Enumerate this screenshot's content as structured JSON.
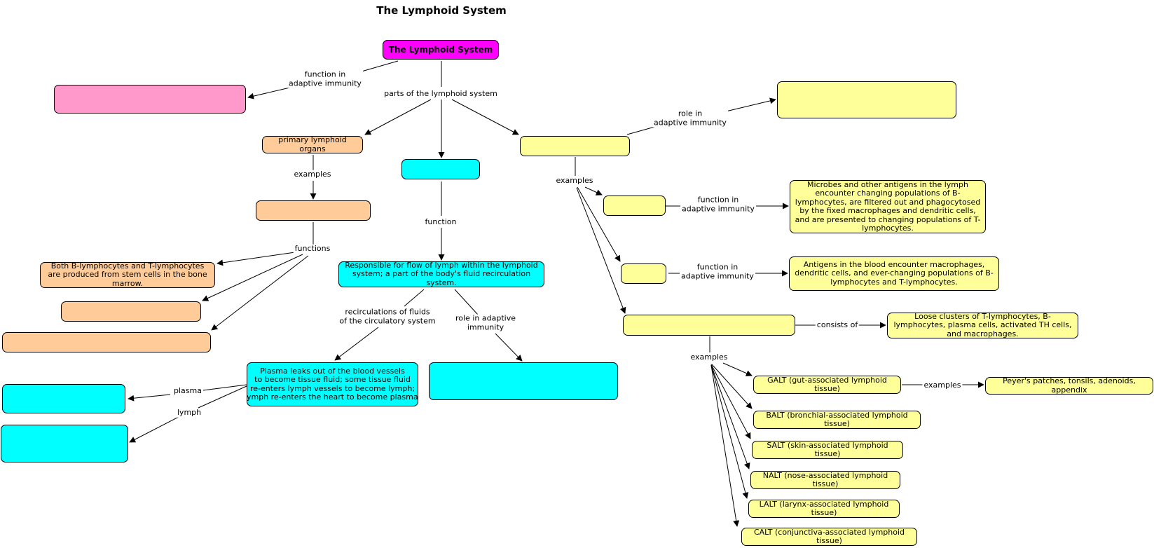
{
  "title": "The Lymphoid System",
  "colors": {
    "root": "#ff00ff",
    "pink": "#ff99cc",
    "peach": "#ffcc99",
    "cyan": "#00ffff",
    "yellow": "#ffff99"
  },
  "nodes": {
    "root": "The Lymphoid System",
    "adaptive_immunity_blank": "",
    "primary_organs": "primary lymphoid organs",
    "primary_examples_blank": "",
    "stem_cells": "Both B-lymphocytes and T-lymphocytes are produced from stem cells in the bone marrow.",
    "peach_blank_1": "",
    "peach_blank_2": "",
    "vessels_blank": "",
    "lymph_flow": "Responsible for flow of lymph within the lymphoid system; a part of the body's fluid recirculation system.",
    "plasma_leaks": "Plasma leaks out of the blood vessels\nto become tissue fluid; some tissue fluid\nre-enters lymph vessels to become lymph;\nlymph re-enters the heart to become plasma.",
    "vessels_role_blank": "",
    "plasma_blank": "",
    "lymph_blank": "",
    "secondary_blank": "",
    "secondary_role_blank": "",
    "lymph_node_blank": "",
    "lymph_node_function": "Microbes and other antigens in the lymph encounter changing populations of B-lymphocytes, are filtered out and phagocytosed by the fixed macrophages and dendritic cells, and are presented to changing populations of T-lymphocytes.",
    "spleen_blank": "",
    "spleen_function": "Antigens in the blood encounter macrophages, dendritic cells, and ever-changing populations of B-lymphocytes and T-lymphocytes.",
    "malt_blank": "",
    "malt_consists": "Loose clusters of T-lymphocytes, B-lymphocytes, plasma cells, activated TH cells, and macrophages.",
    "galt": "GALT (gut-associated lymphoid tissue)",
    "galt_examples": "Peyer's patches, tonsils, adenoids, appendix",
    "balt": "BALT (bronchial-associated lymphoid tissue)",
    "salt": "SALT (skin-associated lymphoid tissue)",
    "nalt": "NALT (nose-associated lymphoid tissue)",
    "lalt": "LALT (larynx-associated lymphoid tissue)",
    "calt": "CALT (conjunctiva-associated lymphoid tissue)"
  },
  "links": {
    "function_adaptive": "function in\nadaptive immunity",
    "parts": "parts of the lymphoid system",
    "examples_primary": "examples",
    "functions_primary": "functions",
    "function_vessels": "function",
    "recirculations": "recirculations of fluids\nof the circulatory system",
    "role_vessels": "role in adaptive\nimmunity",
    "plasma": "plasma",
    "lymph": "lymph",
    "role_secondary": "role in\nadaptive immunity",
    "examples_secondary": "examples",
    "function_lymph_node": "function in\nadaptive immunity",
    "function_spleen": "function in\nadaptive immunity",
    "consists_of": "consists of",
    "examples_malt": "examples",
    "examples_galt": "examples"
  }
}
